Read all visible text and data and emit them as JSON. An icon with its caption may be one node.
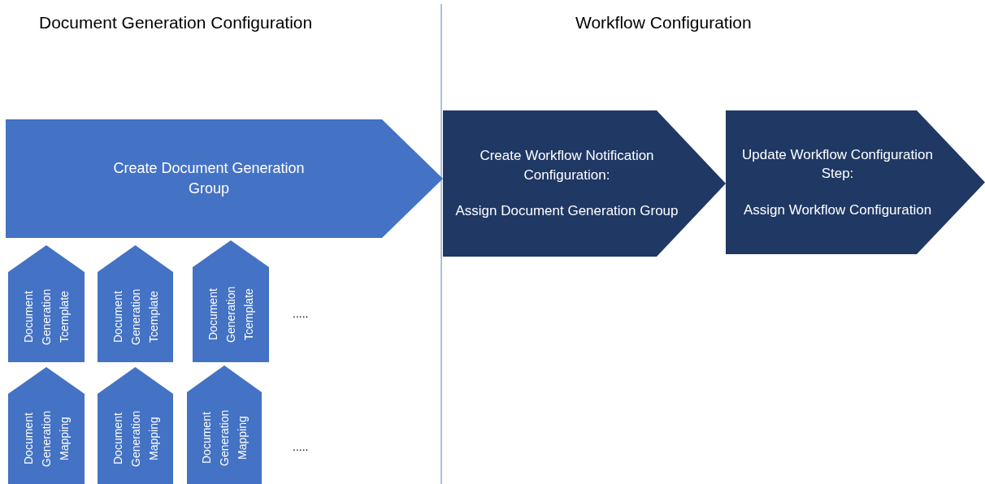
{
  "diagram": {
    "nodes": [
      {
        "text": [
          "Create Document Generation Group"
        ]
      },
      {
        "text": [
          "Create Workflow Notification Configuration:",
          "Assign Document Generation Group"
        ]
      },
      {
        "text": [
          "Update Workflow Configuration Step:",
          "Assign Workflow Configuration"
        ]
      },
      {
        "text": [
          "Document Generation Tcemplate"
        ]
      },
      {
        "text": [
          "Document Generation Tcemplate"
        ]
      },
      {
        "text": [
          "Document Generation Tcemplate"
        ]
      },
      {
        "text": [
          "Document Generation Mapping"
        ]
      },
      {
        "text": [
          "Document Generation Mapping"
        ]
      },
      {
        "text": [
          "Document Generation Mapping"
        ]
      }
    ],
    "labels": [
      "Document Generation Configuration",
      "Workflow Configuration",
      ".....",
      "....."
    ]
  }
}
